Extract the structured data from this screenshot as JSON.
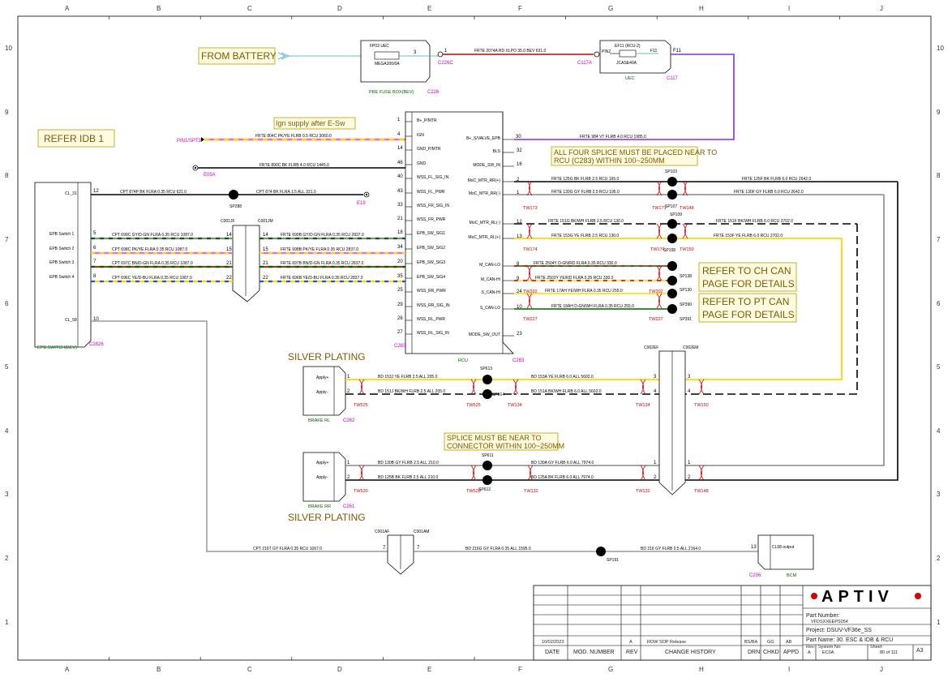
{
  "grid": {
    "cols": [
      "A",
      "B",
      "C",
      "D",
      "E",
      "F",
      "G",
      "H",
      "I",
      "J"
    ],
    "rows": [
      "10",
      "9",
      "8",
      "7",
      "6",
      "5",
      "4",
      "3",
      "2",
      "1"
    ]
  },
  "notes": {
    "from_battery": "FROM BATTERY",
    "ign_supply": "Ign supply after E-Sw",
    "refer_idb": "REFER IDB 1",
    "splice_rcu_1": "ALL FOUR SPLICE MUST BE PLACED NEAR TO",
    "splice_rcu_2": "RCU (C283) WITHIN 100~250MM",
    "ch_can_1": "REFER TO CH CAN",
    "ch_can_2": "PAGE FOR DETAILS",
    "pt_can_1": "REFER TO PT CAN",
    "pt_can_2": "PAGE FOR DETAILS",
    "silver_1": "SILVER PLATING",
    "silver_2": "SILVER PLATING",
    "splice_conn_1": "SPLICE MUST BE NEAR TO",
    "splice_conn_2": "CONNECTOR WITHIN 100~250MM"
  },
  "components": {
    "fp03": {
      "title": "FP03 UEC",
      "fuse": "MEGA200/0A",
      "label": "PRE FUSE BOX(BEV)",
      "conn": "C226",
      "conn2": "C226C",
      "pin": "3",
      "pin2": "1"
    },
    "ef11": {
      "title": "EF11 (RCU-2)",
      "fuse": "JCASE40A",
      "label": "UEC",
      "conn": "C117",
      "conn2": "C117A",
      "pin_in": "PIN2",
      "pin_out": "F11",
      "pin_out2": "F11"
    },
    "rcu": {
      "label": "RCU",
      "conn_l": "C283",
      "conn_r": "C283",
      "left_pins": [
        {
          "pin": "1",
          "name": "B+_P/MTR"
        },
        {
          "pin": "4",
          "name": "IGN"
        },
        {
          "pin": "14",
          "name": "GND_P/MTR"
        },
        {
          "pin": "46",
          "name": "GND"
        },
        {
          "pin": "40",
          "name": "WSS_FL_SIG_IN"
        },
        {
          "pin": "43",
          "name": "WSS_FL_PWR"
        },
        {
          "pin": "33",
          "name": "WSS_FR_SIG_IN"
        },
        {
          "pin": "21",
          "name": "WSS_FR_PWR"
        },
        {
          "pin": "18",
          "name": "EPB_SW_SIG1"
        },
        {
          "pin": "34",
          "name": "EPB_SW_SIG2"
        },
        {
          "pin": "20",
          "name": "EPB_SW_SIG3"
        },
        {
          "pin": "35",
          "name": "EPB_SW_SIG4"
        },
        {
          "pin": "25",
          "name": "WSS_RR_PWR"
        },
        {
          "pin": "29",
          "name": "WSS_RR_SIG_IN"
        },
        {
          "pin": "26",
          "name": "WSS_RL_PWR"
        },
        {
          "pin": "27",
          "name": "WSS_RL_SIG_IN"
        }
      ],
      "right_pins": [
        {
          "pin": "30",
          "name": "B+_S/VALVE_EPB"
        },
        {
          "pin": "32",
          "name": "BLS"
        },
        {
          "pin": "16",
          "name": "MODE_SW_IN"
        },
        {
          "pin": "2",
          "name": "MoC_MTR_RR(+)"
        },
        {
          "pin": "1",
          "name": "MoC_MTR_RR(-)"
        },
        {
          "pin": "12",
          "name": "MoC_MTR_RL(-)"
        },
        {
          "pin": "13",
          "name": "MoC_MTR_RL(+)"
        },
        {
          "pin": "8",
          "name": "M_CAN-LO"
        },
        {
          "pin": "9",
          "name": "M_CAN-HI"
        },
        {
          "pin": "24",
          "name": "S_CAN-HI"
        },
        {
          "pin": "10",
          "name": "S_CAN-LO"
        },
        {
          "pin": "23",
          "name": "MODE_SW_OUT"
        }
      ]
    },
    "epb_switch": {
      "label": "EPB SWITCH(BEV)",
      "conn": "C2826",
      "ci31": "CL_31",
      "ci58": "CL_58",
      "pin12": "12",
      "pin10": "10",
      "rows": [
        {
          "name": "EPB Switch 1",
          "pin": "5"
        },
        {
          "name": "EPB Switch 2",
          "pin": "6"
        },
        {
          "name": "EPB Switch 3",
          "pin": "7"
        },
        {
          "name": "EPB Switch 4",
          "pin": "8"
        }
      ]
    },
    "c001jf": "C001JF",
    "c001jm": "C001JM",
    "c002ef": "C002EF",
    "c002em": "C002EM",
    "c001af": "C001AF",
    "c001am": "C001AM",
    "brake_rl": {
      "label": "BRAKE RL",
      "conn": "C262",
      "p1": "Apply+",
      "p2": "Apply-"
    },
    "brake_rr": {
      "label": "BRAKE RR",
      "conn": "C261",
      "p1": "Apply+",
      "p2": "Apply-"
    },
    "bcm": {
      "label": "BCM",
      "conn": "C206",
      "name": "CL58 output",
      "pin": "13"
    },
    "pin1": "PIN1/SPT3",
    "e05a": "E05A",
    "e19": "E19"
  },
  "wires": {
    "w_2074a": "FRTE 2074A RD XLPO 35.0 BEV 631.0",
    "w_984": "FRTE 984 VT FLRB 4.0 RCU 1985.0",
    "w_804c": "FRTE 804C PK/YE FLRB 0.5 RCU 3060.0",
    "w_890c": "FRTE 890C BK FLRB 4.0 RCU 1445.0",
    "w_874p": "CPT 874P BK FLRA 0.35 RCU 621.0",
    "w_874": "CPT 874 BK FLRA 1.5 ALL 331.0",
    "w_699c": "CPT 699C GY/D-GN FLRA 0.35 RCU 1087.0",
    "w_698c": "CPT 698C PK/YE FLRA 0.35 RCU 1087.0",
    "w_697c": "CPT 697C BN/D-GN FLRA 0.35 RCU 1087.0",
    "w_696c": "CPT 696C YE/D-BU FLRA 0.35 RCU 1087.0",
    "w_699b": "FRTE 699B GY/D-GN FLRA 0.35 RCU 2837.0",
    "w_698b": "FRTE 698B PK/YE FLRA 0.35 RCU 2837.0",
    "w_697b": "FRTE 697B BN/D-GN FLRA 0.35 RCU 2837.0",
    "w_696b": "FRTE 696B YE/D-BU FLRA 0.35 RCU 2837.0",
    "w_125g": "FRTE 125G BK FLRB 2.5 RCU 195.0",
    "w_130g": "FRTE 130G GY FLRB 2.5 RCU 195.0",
    "w_151g": "FRTE 151G BK/WH FLRB 2.5 RCU 130.0",
    "w_153g": "FRTE 153G YE FLRB 2.5 RCU 130.0",
    "w_125f": "FRTE 125F BK FLRB 6.0 RCU 2642.0",
    "w_130f": "FRTE 130F GY FLRB 6.0 RCU 2642.0",
    "w_151f": "FRTE 151F BK/WH FLRB 6.0 RCU 2702.0",
    "w_153f": "FRTE 153F YE FLRB 6.0 RCU 2702.0",
    "w_2504y": "FRTE 2504Y D-GN/RD FLRA 0.35 RCU 330.0",
    "w_2503y": "FRTE 2503Y YE/RD FLRA 0.35 RCU 330.0",
    "w_17ah": "FRTE 17AH YE/WH FLRA 0.35 RCU 255.0",
    "w_18ah": "FRTE 18AH D-GN/WH FLRA 0.35 RCU 255.0",
    "w_153j": "BD 153J YE FLRB 2.5 ALL 205.0",
    "w_151j": "BD 151J BK/WH FLRB 2.5 ALL 205.0",
    "w_153a": "BD 153A YE FLRB 6.0 ALL 5602.0",
    "w_151a": "BD 151A BK/WH FLRB 6.0 ALL 5602.0",
    "w_130b": "BD 130B GY FLRB 2.5 ALL 210.0",
    "w_125b": "BD 125B BK FLRB 2.5 ALL 210.0",
    "w_130a": "BD 130A GY FLRB 6.0 ALL 7974.0",
    "w_125a": "BD 125A BK FLRB 6.0 ALL 7974.0",
    "w_216t": "CPT 216T GY FLRA 0.35 RCU 1067.0",
    "w_216g": "BD 216G GY FLRA 0.35 ALL 1595.0",
    "w_216": "BD 216 GY FLRB 0.5 ALL 2164.0"
  },
  "splices": {
    "sp103": "SP103",
    "sp107": "SP107",
    "sp109": "SP109",
    "sp108": "SP108",
    "sp138": "SP138",
    "sp130": "SP130",
    "sp390": "SP390",
    "sp391": "SP391",
    "sp613": "SP613",
    "sp614": "SP614",
    "sp611": "SP611",
    "sp612": "SP612",
    "sp191": "SP191",
    "sp288": "SP288"
  },
  "twists": {
    "tw173": "TW173",
    "tw171": "TW171",
    "tw148a": "TW148",
    "tw174a": "TW174",
    "tw174b": "TW174",
    "tw150a": "TW150",
    "tw392a": "TW392",
    "tw392b": "TW392",
    "tw227a": "TW227",
    "tw227b": "TW227",
    "tw525a": "TW525",
    "tw525b": "TW525",
    "tw134a": "TW134",
    "tw134b": "TW134",
    "tw150b": "TW150",
    "tw520": "TW520",
    "tw528": "TW528",
    "tw132a": "TW132",
    "tw132b": "TW132",
    "tw148b": "TW148"
  },
  "title_block": {
    "brand": "APTIV",
    "part_number_label": "Part Number:",
    "part_number": "VFDSXXEEPS054",
    "project": "Project: DSUV-VF36e_SS",
    "part_name": "Part Name:  30. ESC & IDB & RCU",
    "rev_label": "Rev:",
    "rev": "A",
    "system_no_label": "System No:",
    "system_no": "EC0A",
    "sheet_label": "Sheet:",
    "sheet": "80  of 111",
    "size": "A3",
    "hist_date": "10/02/2023",
    "hist_rev": "A",
    "hist_change": "ROW SOP Release",
    "hist_drn": "BS/BA",
    "hist_chkd": "GG",
    "hist_appd": "AB",
    "h_date": "DATE",
    "h_modno": "MOD. NUMBER",
    "h_rev": "REV",
    "h_change": "CHANGE HISTORY",
    "h_drn": "DRN",
    "h_chkd": "CHKD",
    "h_appd": "APPD"
  },
  "colors": {
    "red": "#cc0000",
    "violet": "#8a2be2",
    "pink": "#ff66cc",
    "yellow": "#ffd700",
    "green": "#008800",
    "gray": "#888888",
    "brown": "#8b4513",
    "blue": "#2255dd",
    "black": "#000000",
    "note_border": "#b8a000"
  }
}
